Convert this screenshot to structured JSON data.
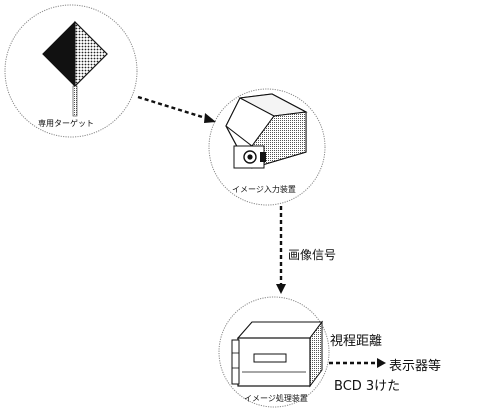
{
  "nodes": {
    "target": {
      "label": "専用ターゲット",
      "icon": "diamond-target-icon"
    },
    "camera": {
      "label": "イメージ入力装置",
      "icon": "camera-unit-icon"
    },
    "processor": {
      "label": "イメージ処理装置",
      "icon": "rack-processor-icon"
    }
  },
  "edges": {
    "signal": {
      "label": "画像信号"
    },
    "output": {
      "line1": "視程距離",
      "line2": "BCD 3けた",
      "dest": "表示器等"
    }
  }
}
